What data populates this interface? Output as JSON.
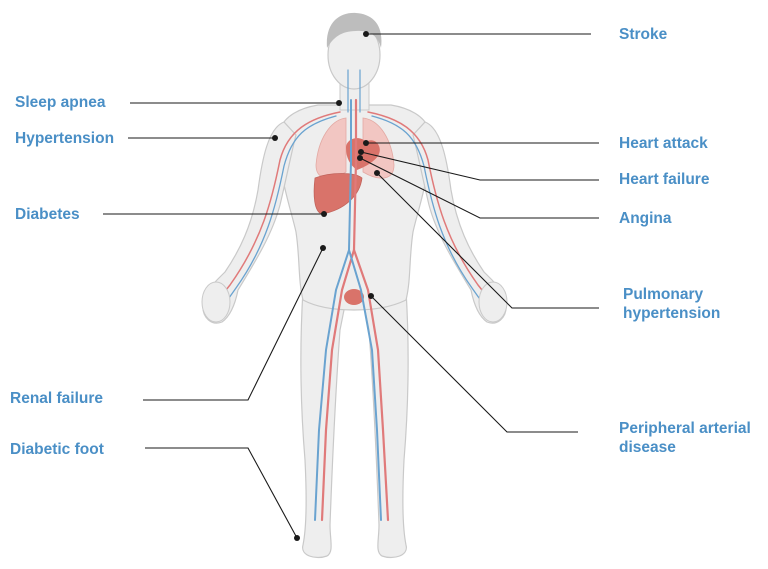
{
  "colors": {
    "label": "#4a8fc6",
    "leader": "#1a1a1a",
    "body_fill": "#eeeeee",
    "body_outline": "#c9c9c9",
    "head_fill": "#bdbdbd",
    "artery": "#e07a7a",
    "vein": "#6aa3d0",
    "organ": "#d9736a",
    "lung": "#f2c6c2"
  },
  "labels": {
    "stroke": "Stroke",
    "sleep_apnea": "Sleep apnea",
    "hypertension": "Hypertension",
    "heart_attack": "Heart attack",
    "heart_failure": "Heart failure",
    "diabetes": "Diabetes",
    "angina": "Angina",
    "pulmonary_hypertension": "Pulmonary hypertension",
    "renal_failure": "Renal failure",
    "peripheral_arterial_disease": "Peripheral arterial disease",
    "diabetic_foot": "Diabetic foot"
  }
}
